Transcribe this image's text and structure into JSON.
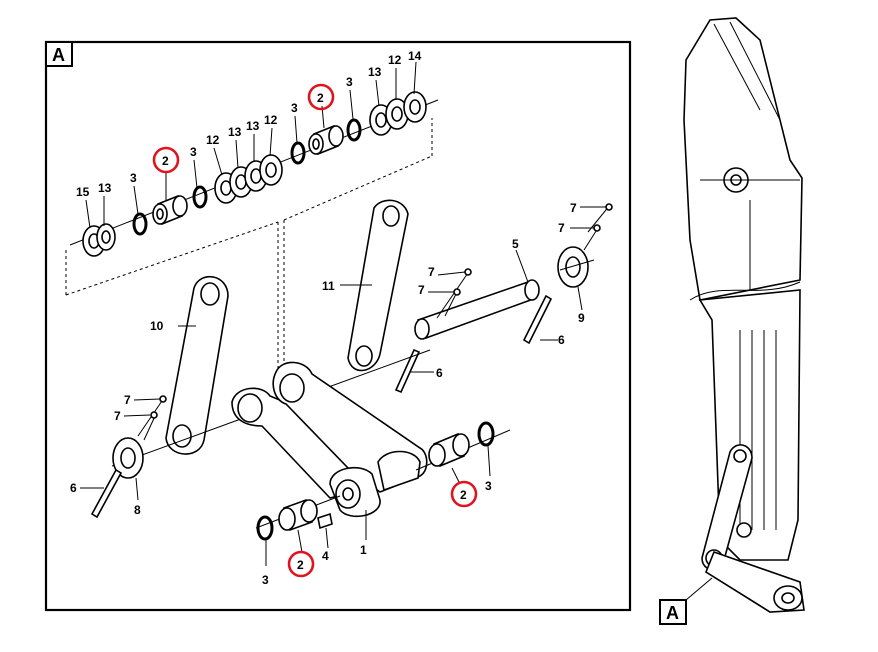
{
  "view_label": "A",
  "callout_label": "A",
  "highlight_color": "#e0141e",
  "labels": {
    "n15": "15",
    "n13a": "13",
    "n3a": "3",
    "n2a": "2",
    "n3b": "3",
    "n12a": "12",
    "n13b": "13",
    "n13c": "13",
    "n12b": "12",
    "n3c": "3",
    "n2b": "2",
    "n3d": "3",
    "n13d": "13",
    "n12c": "12",
    "n14": "14",
    "n7a": "7",
    "n7b": "7",
    "n5": "5",
    "n7c": "7",
    "n7d": "7",
    "n9": "9",
    "n6a": "6",
    "n11": "11",
    "n6b": "6",
    "n10": "10",
    "n7e": "7",
    "n7f": "7",
    "n8": "8",
    "n6c": "6",
    "n2c": "2",
    "n3e": "3",
    "n1": "1",
    "n4": "4",
    "n2d": "2",
    "n3f": "3"
  }
}
